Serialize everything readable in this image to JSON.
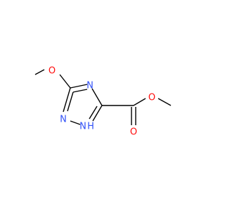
{
  "molecule": {
    "atoms": {
      "methoxy_oxygen": "O",
      "ring_n4": "N",
      "ring_n2": "N",
      "ring_n1h": "N",
      "ring_h": "H",
      "carbonyl_oxygen": "O",
      "ester_oxygen": "O"
    },
    "colors": {
      "oxygen": "#ff0d0d",
      "nitrogen": "#3050f8",
      "bond": "#000000"
    }
  }
}
